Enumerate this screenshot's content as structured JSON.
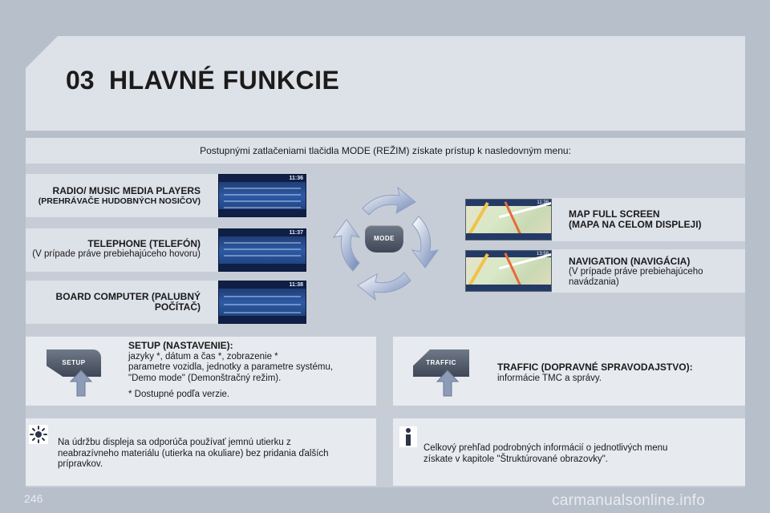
{
  "header": {
    "chapter_number": "03",
    "title": "HLAVNÉ FUNKCIE"
  },
  "intro": "Postupnými zatlačeniami tlačidla MODE (REŽIM) získate prístup k nasledovným menu:",
  "mode_button_label": "MODE",
  "left_items": [
    {
      "title": "RADIO/ MUSIC MEDIA PLAYERS",
      "subtitle": "(PREHRÁVAČE HUDOBNÝCH NOSIČOV)"
    },
    {
      "title": "TELEPHONE (TELEFÓN)",
      "subtitle": "(V prípade práve prebiehajúceho hovoru)"
    },
    {
      "title": "BOARD COMPUTER (PALUBNÝ",
      "subtitle": "POČÍTAČ)"
    }
  ],
  "screens": [
    {
      "time": "11:36"
    },
    {
      "time": "11:37"
    },
    {
      "time": "11:38"
    }
  ],
  "map_screens": [
    {
      "time": "11:38"
    },
    {
      "time": "13:58"
    }
  ],
  "right_items": [
    {
      "title": "MAP FULL SCREEN",
      "subtitle": "(MAPA NA CELOM DISPLEJI)"
    },
    {
      "title": "NAVIGATION (NAVIGÁCIA)",
      "subtitle": "(V prípade práve prebiehajúceho navádzania)"
    }
  ],
  "setup": {
    "button_label": "SETUP",
    "title": "SETUP  (NASTAVENIE):",
    "line1": "jazyky *, dátum a čas *, zobrazenie *",
    "line2": "parametre vozidla, jednotky a parametre systému,",
    "line3": "\"Demo mode\" (Demonštračný režim).",
    "footnote": "* Dostupné podľa verzie."
  },
  "traffic": {
    "button_label": "TRAFFIC",
    "title": "TRAFFIC (DOPRAVNÉ SPRAVODAJSTVO):",
    "line1": "informácie TMC a správy."
  },
  "tip_left": {
    "line1": "Na údržbu displeja sa odporúča používať jemnú utierku z",
    "line2": "neabrazívneho materiálu (utierka na okuliare) bez pridania ďalších",
    "line3": "prípravkov."
  },
  "tip_right": {
    "line1": "Celkový prehľad podrobných informácií o jednotlivých menu",
    "line2": "získate v kapitole \"Štruktúrované obrazovky\"."
  },
  "page_number": "246",
  "watermark": "carmanualsonline.info",
  "colors": {
    "background": "#b7bfcb",
    "panel_light": "#dde1e8",
    "panel_box": "#e7eaef",
    "arrow_blue": "#4a68a8"
  }
}
